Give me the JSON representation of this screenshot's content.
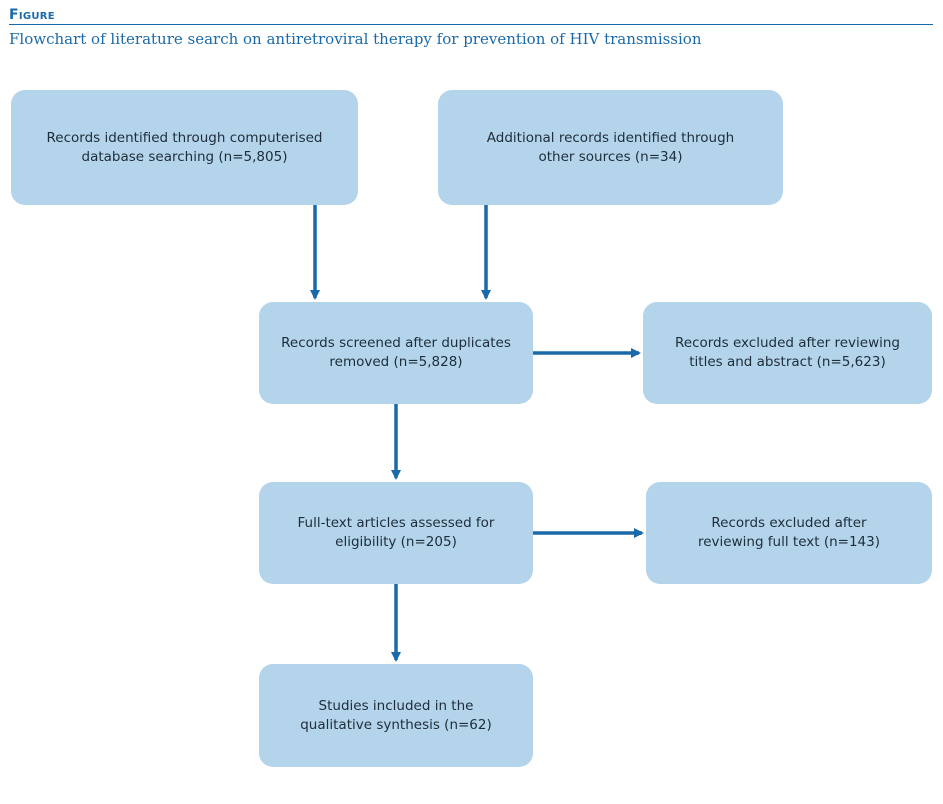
{
  "figure": {
    "label": "Figure",
    "title": "Flowchart of literature search on antiretroviral therapy for prevention of HIV transmission"
  },
  "boxes": {
    "database": {
      "line1": "Records identified through computerised",
      "line2": "database searching (n=5,805)"
    },
    "other_sources": {
      "line1": "Additional records identified through",
      "line2": "other sources (n=34)"
    },
    "screened": {
      "line1": "Records screened after duplicates",
      "line2": "removed (n=5,828)"
    },
    "excluded_titles": {
      "line1": "Records excluded after reviewing",
      "line2": "titles and abstract (n=5,623)"
    },
    "full_text": {
      "line1": "Full-text articles assessed for",
      "line2": "eligibility (n=205)"
    },
    "excluded_full_text": {
      "line1": "Records excluded after",
      "line2": "reviewing full text (n=143)"
    },
    "included": {
      "line1": "Studies included in the",
      "line2": "qualitative synthesis (n=62)"
    }
  },
  "colors": {
    "box_fill": "#b3d4ea",
    "arrow": "#1a6aaa",
    "title": "#1a6aaa",
    "text": "#1f2d3a"
  }
}
